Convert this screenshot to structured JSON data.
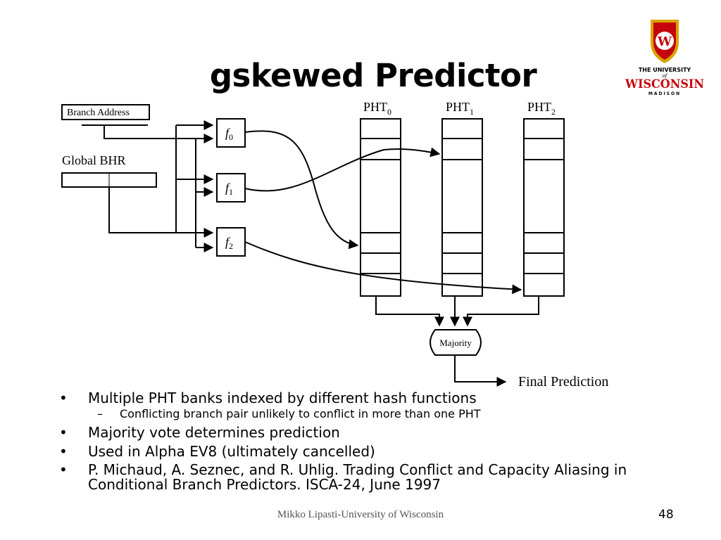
{
  "slide": {
    "title": "gskewed Predictor",
    "footer": "Mikko Lipasti-University of Wisconsin",
    "page_number": "48"
  },
  "logo": {
    "line1": "THE UNIVERSITY",
    "line2": "of",
    "line3": "WISCONSIN",
    "line4": "MADISON",
    "crest_letter": "W",
    "colors": {
      "crest": "#c5050c",
      "gold": "#d9a400",
      "text": "#c5050c"
    }
  },
  "diagram": {
    "branch_address": "Branch Address",
    "global_bhr": "Global BHR",
    "f0": "f",
    "f0_sub": "0",
    "f1": "f",
    "f1_sub": "1",
    "f2": "f",
    "f2_sub": "2",
    "pht0": "PHT",
    "pht0_sub": "0",
    "pht1": "PHT",
    "pht1_sub": "1",
    "pht2": "PHT",
    "pht2_sub": "2",
    "majority": "Majority",
    "final_prediction": "Final Prediction"
  },
  "bullets": {
    "b1": "Multiple PHT banks indexed by different hash functions",
    "b1_sub": "Conflicting branch pair unlikely to conflict in more than one PHT",
    "b2": "Majority vote determines prediction",
    "b3": "Used in Alpha EV8 (ultimately cancelled)",
    "b4": "P. Michaud, A. Seznec, and R. Uhlig. Trading Conflict and Capacity Aliasing in Conditional Branch Predictors. ISCA-24, June 1997",
    "bullet_char": "•",
    "dash_char": "–"
  }
}
